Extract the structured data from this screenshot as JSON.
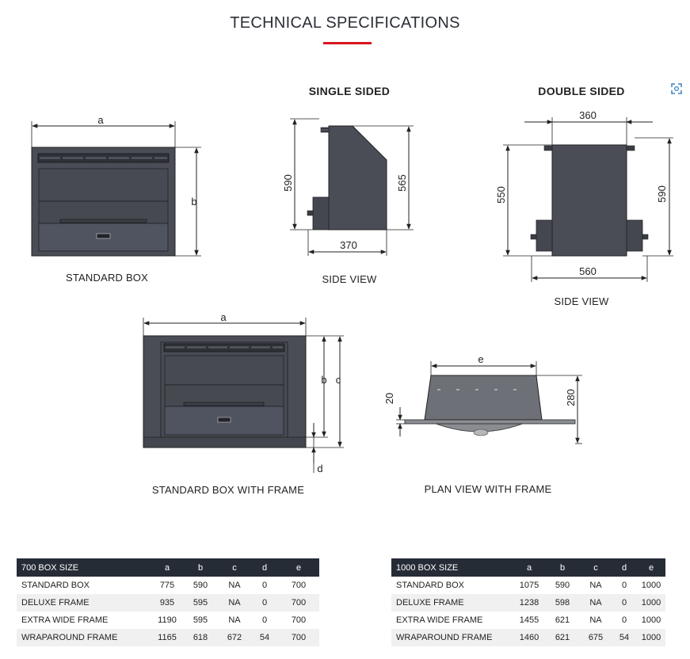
{
  "page": {
    "title": "TECHNICAL SPECIFICATIONS",
    "accent_color": "#d7161f",
    "box_color": "#4a4d55",
    "table_header_color": "#262c36"
  },
  "headings": {
    "single_sided": "SINGLE SIDED",
    "double_sided": "DOUBLE SIDED"
  },
  "captions": {
    "standard_box": "STANDARD BOX",
    "side_view_single": "SIDE VIEW",
    "side_view_double": "SIDE VIEW",
    "standard_box_with_frame": "STANDARD BOX WITH FRAME",
    "plan_view_with_frame": "PLAN VIEW WITH FRAME"
  },
  "dimensions": {
    "standard_box": {
      "a": "a",
      "b": "b"
    },
    "single_side": {
      "height": "590",
      "inner_height": "565",
      "depth": "370"
    },
    "double_side": {
      "width": "360",
      "left_height": "550",
      "right_height": "590",
      "bottom_width": "560"
    },
    "frame": {
      "a": "a",
      "b": "b",
      "c": "c",
      "d": "d"
    },
    "plan": {
      "e": "e",
      "lip": "20",
      "depth": "280"
    }
  },
  "icons": {
    "expand": "expand-icon"
  },
  "tables": [
    {
      "headers": [
        "700 BOX SIZE",
        "a",
        "b",
        "c",
        "d",
        "e"
      ],
      "rows": [
        [
          "STANDARD BOX",
          "775",
          "590",
          "NA",
          "0",
          "700"
        ],
        [
          "DELUXE FRAME",
          "935",
          "595",
          "NA",
          "0",
          "700"
        ],
        [
          "EXTRA WIDE FRAME",
          "1190",
          "595",
          "NA",
          "0",
          "700"
        ],
        [
          "WRAPAROUND FRAME",
          "1165",
          "618",
          "672",
          "54",
          "700"
        ]
      ]
    },
    {
      "headers": [
        "1000 BOX SIZE",
        "a",
        "b",
        "c",
        "d",
        "e"
      ],
      "rows": [
        [
          "STANDARD BOX",
          "1075",
          "590",
          "NA",
          "0",
          "1000"
        ],
        [
          "DELUXE FRAME",
          "1238",
          "598",
          "NA",
          "0",
          "1000"
        ],
        [
          "EXTRA WIDE FRAME",
          "1455",
          "621",
          "NA",
          "0",
          "1000"
        ],
        [
          "WRAPAROUND FRAME",
          "1460",
          "621",
          "675",
          "54",
          "1000"
        ]
      ]
    }
  ]
}
